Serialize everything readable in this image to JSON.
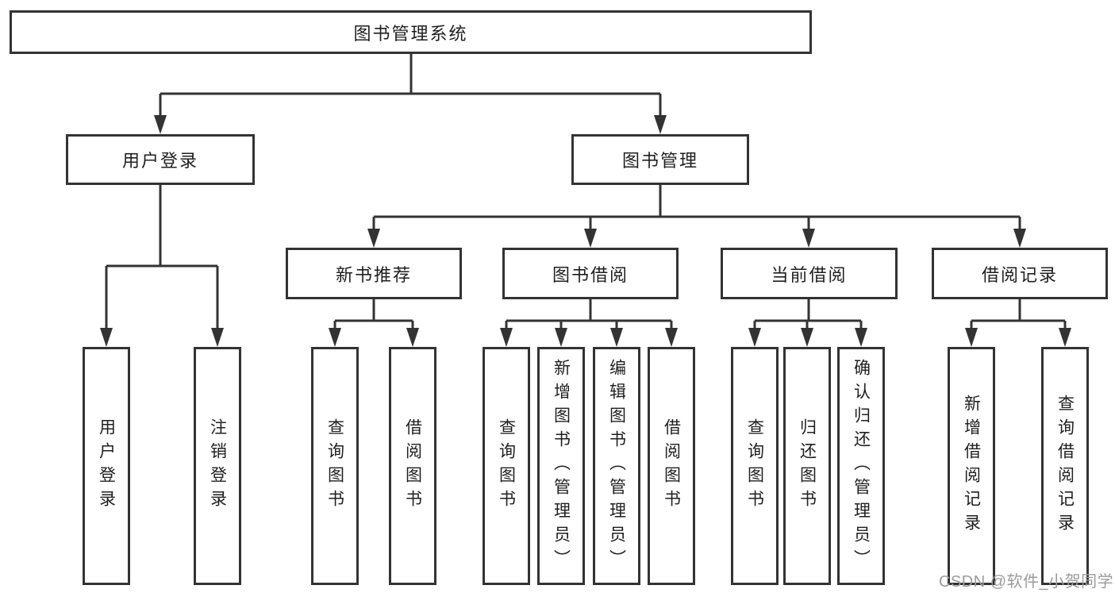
{
  "diagram_title": "图书管理系统",
  "tree": {
    "label": "图书管理系统",
    "children": [
      {
        "label": "用户登录",
        "children": [
          {
            "label": "用户登录"
          },
          {
            "label": "注销登录"
          }
        ]
      },
      {
        "label": "图书管理",
        "children": [
          {
            "label": "新书推荐",
            "children": [
              {
                "label": "查询图书"
              },
              {
                "label": "借阅图书"
              }
            ]
          },
          {
            "label": "图书借阅",
            "children": [
              {
                "label": "查询图书"
              },
              {
                "label": "新增图书（管理员）"
              },
              {
                "label": "编辑图书（管理员）"
              },
              {
                "label": "借阅图书"
              }
            ]
          },
          {
            "label": "当前借阅",
            "children": [
              {
                "label": "查询图书"
              },
              {
                "label": "归还图书"
              },
              {
                "label": "确认归还（管理员）"
              }
            ]
          },
          {
            "label": "借阅记录",
            "children": [
              {
                "label": "新增借阅记录"
              },
              {
                "label": "查询借阅记录"
              }
            ]
          }
        ]
      }
    ]
  },
  "watermark": {
    "text": "CSDN @软件_小贺同学"
  },
  "colors": {
    "line": "#333333",
    "box_border": "#333333",
    "background": "#ffffff",
    "text": "#1f1f1f",
    "watermark": "#9b9b9b"
  }
}
